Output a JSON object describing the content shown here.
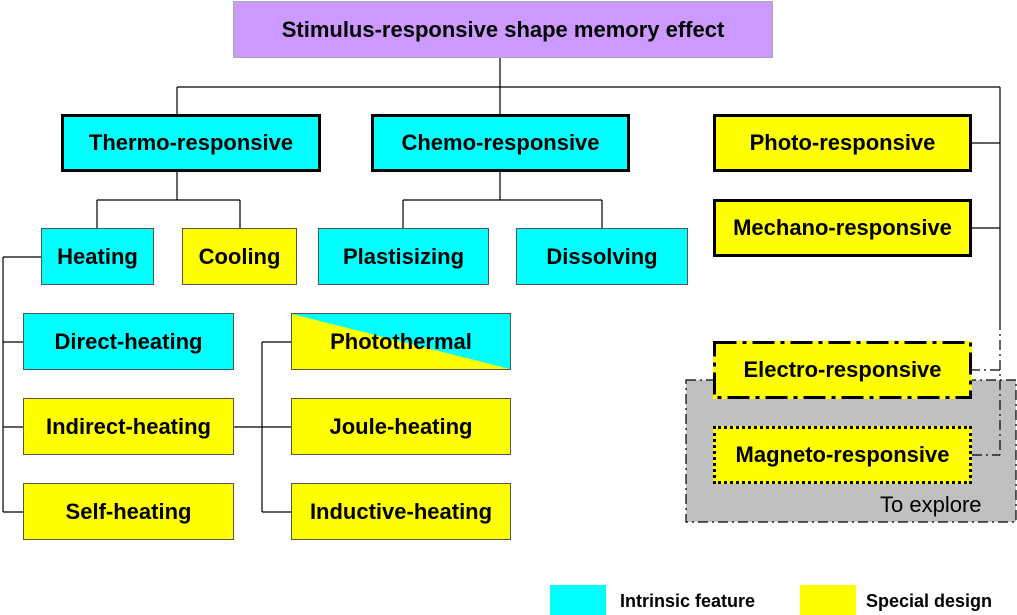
{
  "root": {
    "label": "Stimulus-responsive shape memory effect"
  },
  "categories": {
    "thermo": "Thermo-responsive",
    "chemo": "Chemo-responsive",
    "photo": "Photo-responsive",
    "mechano": "Mechano-responsive",
    "electro": "Electro-responsive",
    "magneto": "Magneto-responsive"
  },
  "thermo_children": {
    "heating": "Heating",
    "cooling": "Cooling"
  },
  "chemo_children": {
    "plastisizing": "Plastisizing",
    "dissolving": "Dissolving"
  },
  "heating_children": {
    "direct": "Direct-heating",
    "indirect": "Indirect-heating",
    "self": "Self-heating"
  },
  "indirect_children": {
    "photothermal": "Photothermal",
    "joule": "Joule-heating",
    "inductive": "Inductive-heating"
  },
  "explore_label": "To explore",
  "legend": {
    "intrinsic": "Intrinsic feature",
    "special": "Special design"
  },
  "colors": {
    "intrinsic": "#00ffff",
    "special": "#ffff00",
    "root": "#cc99ff",
    "explore_region": "#c0c0c0"
  }
}
